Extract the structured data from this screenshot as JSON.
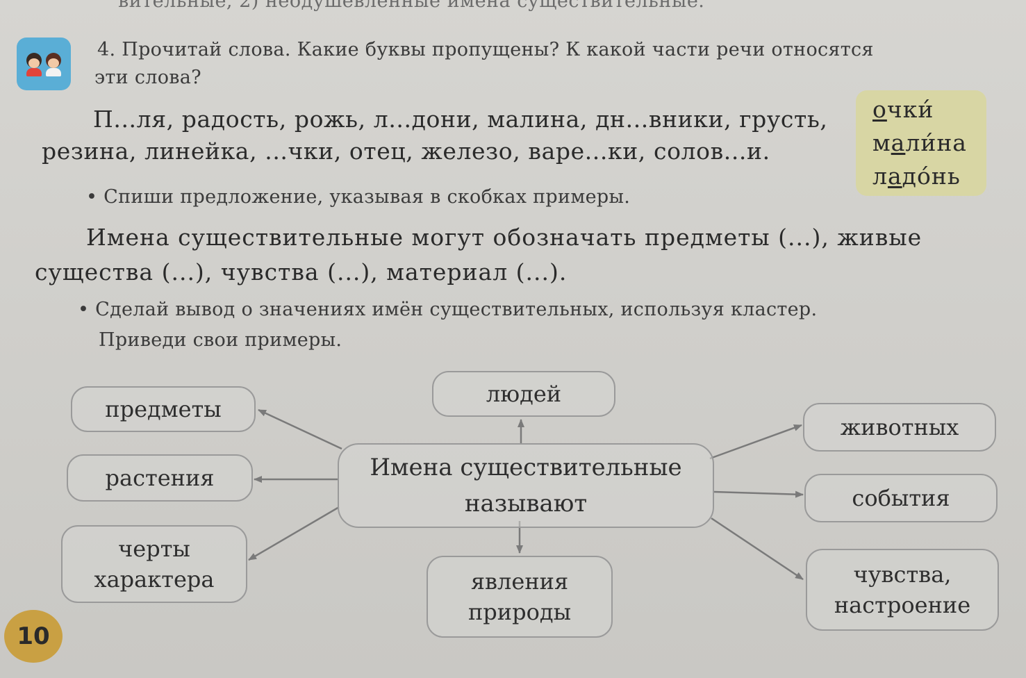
{
  "top_cut_text": "вительные, 2) неодушевленные имена существительные.",
  "exercise": {
    "line1": "4. Прочитай слова. Какие буквы пропущены? К какой части речи относятся",
    "line2": "эти слова?"
  },
  "word_list": {
    "line1": "П...ля, радость, рожь, л...дони, малина, дн...вники, грусть,",
    "line2": "резина, линейка, ...чки, отец, железо, варе...ки, солов...и."
  },
  "hint": {
    "word1": {
      "pre": "",
      "u": "о",
      "post": "чки́"
    },
    "word2": {
      "pre": "м",
      "u": "а",
      "post": "ли́на"
    },
    "word3": {
      "pre": "л",
      "u": "а",
      "post": "до́нь"
    }
  },
  "bullet1": "• Спиши предложение, указывая в скобках примеры.",
  "sentence": {
    "line1": "Имена существительные могут обозначать предметы (...), живые",
    "line2": "существа (...), чувства (...), материал (...)."
  },
  "bullet2": {
    "line1": "• Сделай вывод о значениях имён существительных, используя кластер.",
    "line2": "Приведи свои примеры."
  },
  "cluster": {
    "center": "Имена существительные\nназывают",
    "predmety": "предметы",
    "lyudey": "людей",
    "zhivotnykh": "животных",
    "rasteniya": "растения",
    "sobytiya": "события",
    "cherty": "черты\nхарактера",
    "yavleniya": "явления\nприроды",
    "chuvstva": "чувства,\nнастроение"
  },
  "page_number": "10",
  "colors": {
    "page": "#d2d1cd",
    "hint_box": "#d8d6a4",
    "icon_box": "#5aaed6",
    "page_number_badge": "#c9a043"
  }
}
